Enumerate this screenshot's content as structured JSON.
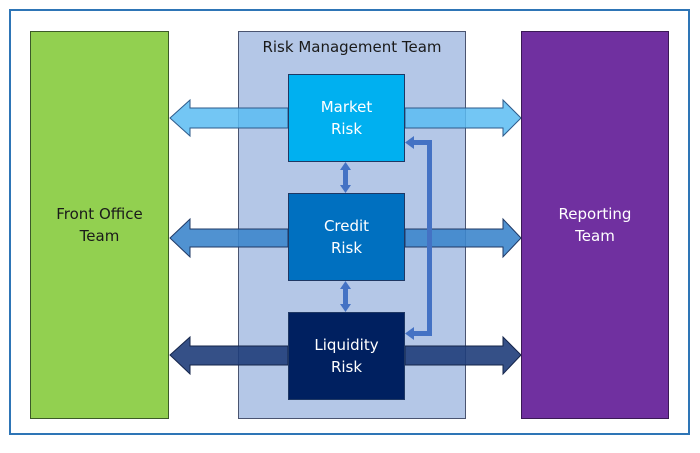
{
  "diagram": {
    "teams": {
      "front_office": "Front Office\nTeam",
      "risk_management": "Risk Management Team",
      "reporting": "Reporting\nTeam"
    },
    "risk_units": [
      {
        "label": "Market\nRisk",
        "color": "#00b0f0"
      },
      {
        "label": "Credit\nRisk",
        "color": "#0070c0"
      },
      {
        "label": "Liquidity\nRisk",
        "color": "#002060"
      }
    ],
    "colors": {
      "front_office": "#92d050",
      "reporting": "#7030a0",
      "risk_management": "#b4c7e7",
      "frame": "#2e75b6",
      "connector": "#4472c4"
    },
    "flows": [
      {
        "from": "Market Risk",
        "to": "Front Office Team",
        "type": "arrow"
      },
      {
        "from": "Market Risk",
        "to": "Reporting Team",
        "type": "arrow"
      },
      {
        "from": "Credit Risk",
        "to": "Front Office Team",
        "type": "arrow"
      },
      {
        "from": "Credit Risk",
        "to": "Reporting Team",
        "type": "arrow"
      },
      {
        "from": "Liquidity Risk",
        "to": "Front Office Team",
        "type": "arrow"
      },
      {
        "from": "Liquidity Risk",
        "to": "Reporting Team",
        "type": "arrow"
      },
      {
        "from": "Market Risk",
        "to": "Credit Risk",
        "type": "bidirectional"
      },
      {
        "from": "Credit Risk",
        "to": "Liquidity Risk",
        "type": "bidirectional"
      },
      {
        "from": "Market Risk",
        "to": "Liquidity Risk",
        "type": "bidirectional"
      }
    ]
  }
}
